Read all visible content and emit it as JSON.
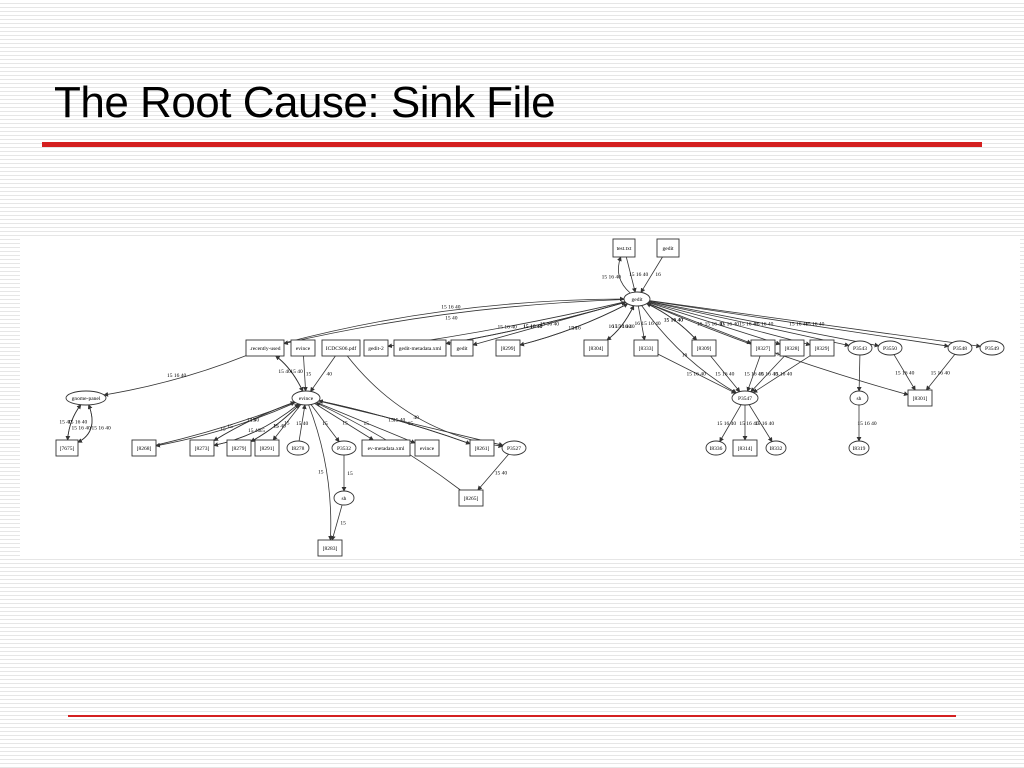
{
  "slide": {
    "title": "The Root Cause: Sink File"
  },
  "graph": {
    "nodes": [
      {
        "id": "test_txt",
        "label": "test.txt",
        "shape": "box"
      },
      {
        "id": "gedit_top",
        "label": "gedit",
        "shape": "box"
      },
      {
        "id": "gedit",
        "label": "gedit",
        "shape": "ellipse"
      },
      {
        "id": "recently_used",
        "label": ".recently-used",
        "shape": "box"
      },
      {
        "id": "evince_box",
        "label": "evince",
        "shape": "box"
      },
      {
        "id": "icdcs",
        "label": "ICDCS06.pdf",
        "shape": "box"
      },
      {
        "id": "gedit2",
        "label": "gedit-2",
        "shape": "box"
      },
      {
        "id": "gedit_meta",
        "label": "gedit-metadata.xml",
        "shape": "box"
      },
      {
        "id": "gedit_box",
        "label": "gedit",
        "shape": "box"
      },
      {
        "id": "n8299",
        "label": "[8299]",
        "shape": "box"
      },
      {
        "id": "n8304",
        "label": "[8304]",
        "shape": "box"
      },
      {
        "id": "n8333",
        "label": "[8333]",
        "shape": "box"
      },
      {
        "id": "n8309",
        "label": "[8309]",
        "shape": "box"
      },
      {
        "id": "n8327",
        "label": "[8327]",
        "shape": "box"
      },
      {
        "id": "n8328",
        "label": "[8328]",
        "shape": "box"
      },
      {
        "id": "n8329",
        "label": "[8329]",
        "shape": "box"
      },
      {
        "id": "p3543",
        "label": "P3543",
        "shape": "ellipse"
      },
      {
        "id": "p3550",
        "label": "P3550",
        "shape": "ellipse"
      },
      {
        "id": "p3548",
        "label": "P3548",
        "shape": "ellipse"
      },
      {
        "id": "p3549",
        "label": "P3549",
        "shape": "ellipse"
      },
      {
        "id": "gnome_panel",
        "label": "gnome-panel",
        "shape": "ellipse"
      },
      {
        "id": "n7675",
        "label": "[7675]",
        "shape": "box"
      },
      {
        "id": "evince",
        "label": "evince",
        "shape": "ellipse"
      },
      {
        "id": "n8268",
        "label": "[8268]",
        "shape": "box"
      },
      {
        "id": "n8273",
        "label": "[8273]",
        "shape": "box"
      },
      {
        "id": "n8279",
        "label": "[8279]",
        "shape": "box"
      },
      {
        "id": "n8291",
        "label": "[8291]",
        "shape": "box"
      },
      {
        "id": "i8278",
        "label": "I8278",
        "shape": "ellipse"
      },
      {
        "id": "p3532",
        "label": "P3532",
        "shape": "ellipse"
      },
      {
        "id": "ev_meta",
        "label": "ev-metadata.xml",
        "shape": "box"
      },
      {
        "id": "evince2",
        "label": "evince",
        "shape": "box"
      },
      {
        "id": "n8261",
        "label": "[8261]",
        "shape": "box"
      },
      {
        "id": "p3527",
        "label": "P3527",
        "shape": "ellipse"
      },
      {
        "id": "sh_left",
        "label": "sh",
        "shape": "ellipse"
      },
      {
        "id": "n8283",
        "label": "[8283]",
        "shape": "box"
      },
      {
        "id": "n8265",
        "label": "[8265]",
        "shape": "box"
      },
      {
        "id": "p3547",
        "label": "P3547",
        "shape": "ellipse"
      },
      {
        "id": "i8336",
        "label": "I8336",
        "shape": "ellipse"
      },
      {
        "id": "n8314",
        "label": "[8314]",
        "shape": "box"
      },
      {
        "id": "i8332",
        "label": "I8332",
        "shape": "ellipse"
      },
      {
        "id": "sh_right",
        "label": "sh",
        "shape": "ellipse"
      },
      {
        "id": "i8319",
        "label": "I8319",
        "shape": "ellipse"
      },
      {
        "id": "n8301",
        "label": "[8301]",
        "shape": "box"
      }
    ],
    "edges": [
      {
        "from": "gedit",
        "to": "test_txt",
        "label": "15 16 40"
      },
      {
        "from": "test_txt",
        "to": "gedit",
        "label": "15 16 40"
      },
      {
        "from": "gedit_top",
        "to": "gedit",
        "label": "16"
      },
      {
        "from": "recently_used",
        "to": "gedit",
        "label": "15 16 40"
      },
      {
        "from": "gedit",
        "to": "recently_used",
        "label": "15 40"
      },
      {
        "from": "gedit",
        "to": "gedit2",
        "label": "15 16 40"
      },
      {
        "from": "gedit",
        "to": "gedit_meta",
        "label": "15 16 40"
      },
      {
        "from": "gedit_meta",
        "to": "gedit",
        "label": "15 16 40"
      },
      {
        "from": "gedit",
        "to": "gedit_box",
        "label": "15 16 40"
      },
      {
        "from": "gedit",
        "to": "n8299",
        "label": "15 16"
      },
      {
        "from": "n8299",
        "to": "gedit",
        "label": "16"
      },
      {
        "from": "gedit",
        "to": "n8304",
        "label": "15 16 40"
      },
      {
        "from": "n8304",
        "to": "gedit",
        "label": "16 15 16 40"
      },
      {
        "from": "gedit",
        "to": "n8333",
        "label": "16 15 16 40"
      },
      {
        "from": "gedit",
        "to": "p3547",
        "label": "16"
      },
      {
        "from": "gedit",
        "to": "n8309",
        "label": "15 16 40"
      },
      {
        "from": "n8309",
        "to": "gedit",
        "label": "15 16 40"
      },
      {
        "from": "gedit",
        "to": "n8327",
        "label": "16"
      },
      {
        "from": "gedit",
        "to": "n8328",
        "label": "15 16 40"
      },
      {
        "from": "gedit",
        "to": "n8329",
        "label": "15 16 40"
      },
      {
        "from": "gedit",
        "to": "p3543",
        "label": "15 16 40"
      },
      {
        "from": "gedit",
        "to": "p3550",
        "label": "15 16 40"
      },
      {
        "from": "gedit",
        "to": "n8301",
        "label": "15 16 40"
      },
      {
        "from": "gedit",
        "to": "p3548",
        "label": "15 16 40"
      },
      {
        "from": "gedit",
        "to": "p3549",
        "label": "15 16 40"
      },
      {
        "from": "recently_used",
        "to": "gnome_panel",
        "label": "15 16 40"
      },
      {
        "from": "recently_used",
        "to": "evince",
        "label": "15 40"
      },
      {
        "from": "evince",
        "to": "recently_used",
        "label": "15 40"
      },
      {
        "from": "evince_box",
        "to": "evince",
        "label": "15"
      },
      {
        "from": "icdcs",
        "to": "evince",
        "label": "40"
      },
      {
        "from": "icdcs",
        "to": "p3527",
        "label": "40"
      },
      {
        "from": "gnome_panel",
        "to": "n7675",
        "label": "15 16 40"
      },
      {
        "from": "n7675",
        "to": "gnome_panel",
        "label": "15 40"
      },
      {
        "from": "gnome_panel",
        "to": "n7675",
        "label": "15 16 40"
      },
      {
        "from": "n7675",
        "to": "gnome_panel",
        "label": "15 16 40"
      },
      {
        "from": "evince",
        "to": "n8268",
        "label": "15"
      },
      {
        "from": "n8268",
        "to": "evince",
        "label": "15"
      },
      {
        "from": "evince",
        "to": "n8273",
        "label": "15 40"
      },
      {
        "from": "n8273",
        "to": "evince",
        "label": "15"
      },
      {
        "from": "evince",
        "to": "n8273",
        "label": "15 40"
      },
      {
        "from": "n8273",
        "to": "evince",
        "label": "15"
      },
      {
        "from": "evince",
        "to": "n8279",
        "label": "15"
      },
      {
        "from": "n8279",
        "to": "evince",
        "label": "15 40"
      },
      {
        "from": "evince",
        "to": "n8291",
        "label": "15"
      },
      {
        "from": "i8278",
        "to": "evince",
        "label": "15 40"
      },
      {
        "from": "evince",
        "to": "p3532",
        "label": "15"
      },
      {
        "from": "evince",
        "to": "ev_meta",
        "label": "15"
      },
      {
        "from": "evince",
        "to": "evince2",
        "label": "15"
      },
      {
        "from": "evince",
        "to": "n8261",
        "label": "15"
      },
      {
        "from": "n8261",
        "to": "evince",
        "label": "15 40"
      },
      {
        "from": "evince",
        "to": "p3527",
        "label": "15"
      },
      {
        "from": "n8265",
        "to": "evince",
        "label": "15 40"
      },
      {
        "from": "p3532",
        "to": "sh_left",
        "label": "15"
      },
      {
        "from": "evince",
        "to": "n8283",
        "label": "15"
      },
      {
        "from": "sh_left",
        "to": "n8283",
        "label": "15"
      },
      {
        "from": "p3527",
        "to": "n8265",
        "label": "15 40"
      },
      {
        "from": "n8333",
        "to": "p3547",
        "label": "15 16 40"
      },
      {
        "from": "n8309",
        "to": "p3547",
        "label": "15 16 40"
      },
      {
        "from": "n8327",
        "to": "p3547",
        "label": "15 16 40"
      },
      {
        "from": "n8328",
        "to": "p3547",
        "label": "15 16 40"
      },
      {
        "from": "n8329",
        "to": "p3547",
        "label": "15 16 40"
      },
      {
        "from": "p3547",
        "to": "i8336",
        "label": "15 16 40"
      },
      {
        "from": "p3547",
        "to": "n8314",
        "label": "15 16 40"
      },
      {
        "from": "p3547",
        "to": "i8332",
        "label": "15 16 40"
      },
      {
        "from": "p3543",
        "to": "sh_right",
        "label": ""
      },
      {
        "from": "sh_right",
        "to": "i8319",
        "label": "15 16 40"
      },
      {
        "from": "p3550",
        "to": "n8301",
        "label": "15 16 40"
      },
      {
        "from": "p3548",
        "to": "n8301",
        "label": "15 16 40"
      }
    ]
  }
}
